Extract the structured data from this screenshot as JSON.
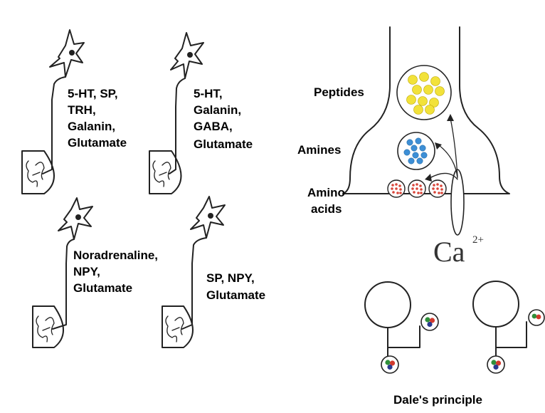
{
  "neurons": [
    {
      "lines": [
        "5-HT, SP,",
        "TRH,",
        "Galanin,",
        "Glutamate"
      ]
    },
    {
      "lines": [
        "5-HT,",
        "Galanin,",
        "GABA,",
        "Glutamate"
      ]
    },
    {
      "lines": [
        "Noradrenaline,",
        "NPY,",
        "Glutamate"
      ]
    },
    {
      "lines": [
        "SP, NPY,",
        "Glutamate"
      ]
    }
  ],
  "terminal": {
    "peptides": "Peptides",
    "amines": "Amines",
    "amino1": "Amino",
    "amino2": "acids",
    "ca": "Ca",
    "ca_sup": "2+"
  },
  "dale": {
    "caption": "Dale's principle"
  },
  "colors": {
    "peptide": "#f2e23a",
    "amine": "#3d8fd6",
    "amino": "#d9463a",
    "dot_red": "#d13a2e",
    "dot_green": "#2f8f3a",
    "dot_blue": "#2b3a8f"
  }
}
